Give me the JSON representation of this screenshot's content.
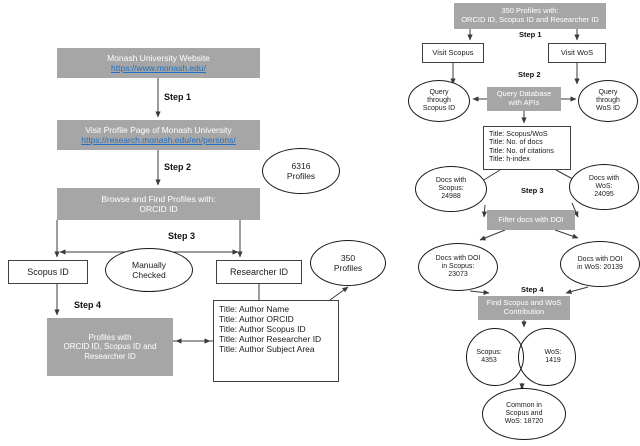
{
  "diagram": {
    "title": "Research profile data collection flowchart",
    "colors": {
      "process_fill": "#a6a6a6",
      "process_text": "#ffffff",
      "stroke": "#404040",
      "link": "#1f6fc4"
    }
  },
  "left_flow": {
    "monash_website": {
      "line1": "Monash University Website",
      "link": "https://www.monash.edu/"
    },
    "visit_profile": {
      "line1": "Visit Profile Page of Monash University",
      "link": "https://research.monash.edu/en/persons/"
    },
    "browse": {
      "line1": "Browse and Find Profiles with:",
      "line2": "ORCID ID"
    },
    "scopus_id": "Scopus ID",
    "researcher_id": "Researcher ID",
    "manually_checked": {
      "line1": "Manually",
      "line2": "Checked"
    },
    "profiles_6316": {
      "line1": "6316",
      "line2": "Profiles"
    },
    "profiles_350": {
      "line1": "350",
      "line2": "Profiles"
    },
    "profiles_with": {
      "line1": "Profiles with",
      "line2": "ORCID ID, Scopus ID and",
      "line3": "Researcher ID"
    },
    "titles": [
      "Title: Author Name",
      "Title: Author ORCID",
      "Title: Author Scopus ID",
      "Title: Author Researcher ID",
      "Title: Author Subject Area"
    ],
    "steps": {
      "step1": "Step 1",
      "step2": "Step 2",
      "step3": "Step 3",
      "step4": "Step 4"
    }
  },
  "right_flow": {
    "header": {
      "line1": "350 Profiles with:",
      "line2": "ORCID ID, Scopus ID and Researcher ID"
    },
    "visit_scopus": "Visit Scopus",
    "visit_wos": "Visit WoS",
    "query_database": {
      "line1": "Query Database",
      "line2": "with APIs"
    },
    "query_scopus": {
      "line1": "Query",
      "line2": "through",
      "line3": "Scopus ID"
    },
    "query_wos": {
      "line1": "Query",
      "line2": "through",
      "line3": "WoS ID"
    },
    "title_fields": [
      "Title: Scopus/WoS",
      "Title: No. of docs",
      "Title: No. of citations",
      "Title: h-index"
    ],
    "docs_scopus": {
      "line1": "Docs with",
      "line2": "Scopus:",
      "line3": "24988"
    },
    "docs_wos": {
      "line1": "Docs with",
      "line2": "WoS:",
      "line3": "24095"
    },
    "filter_doi": "Filter docs with DOI",
    "doi_scopus": {
      "line1": "Docs with DOI",
      "line2": "in Scopus:",
      "line3": "23073"
    },
    "doi_wos": {
      "line1": "Docs with DOI",
      "line2": "in WoS: 20139"
    },
    "find_contribution": {
      "line1": "Find Scopus and WoS",
      "line2": "Contribution"
    },
    "venn_scopus": {
      "line1": "Scopus:",
      "line2": "4353"
    },
    "venn_wos": {
      "line1": "WoS:",
      "line2": "1419"
    },
    "common": {
      "line1": "Common in",
      "line2": "Scopus and",
      "line3": "WoS: 18720"
    },
    "steps": {
      "step1": "Step 1",
      "step2": "Step 2",
      "step3": "Step 3",
      "step4": "Step 4"
    }
  }
}
